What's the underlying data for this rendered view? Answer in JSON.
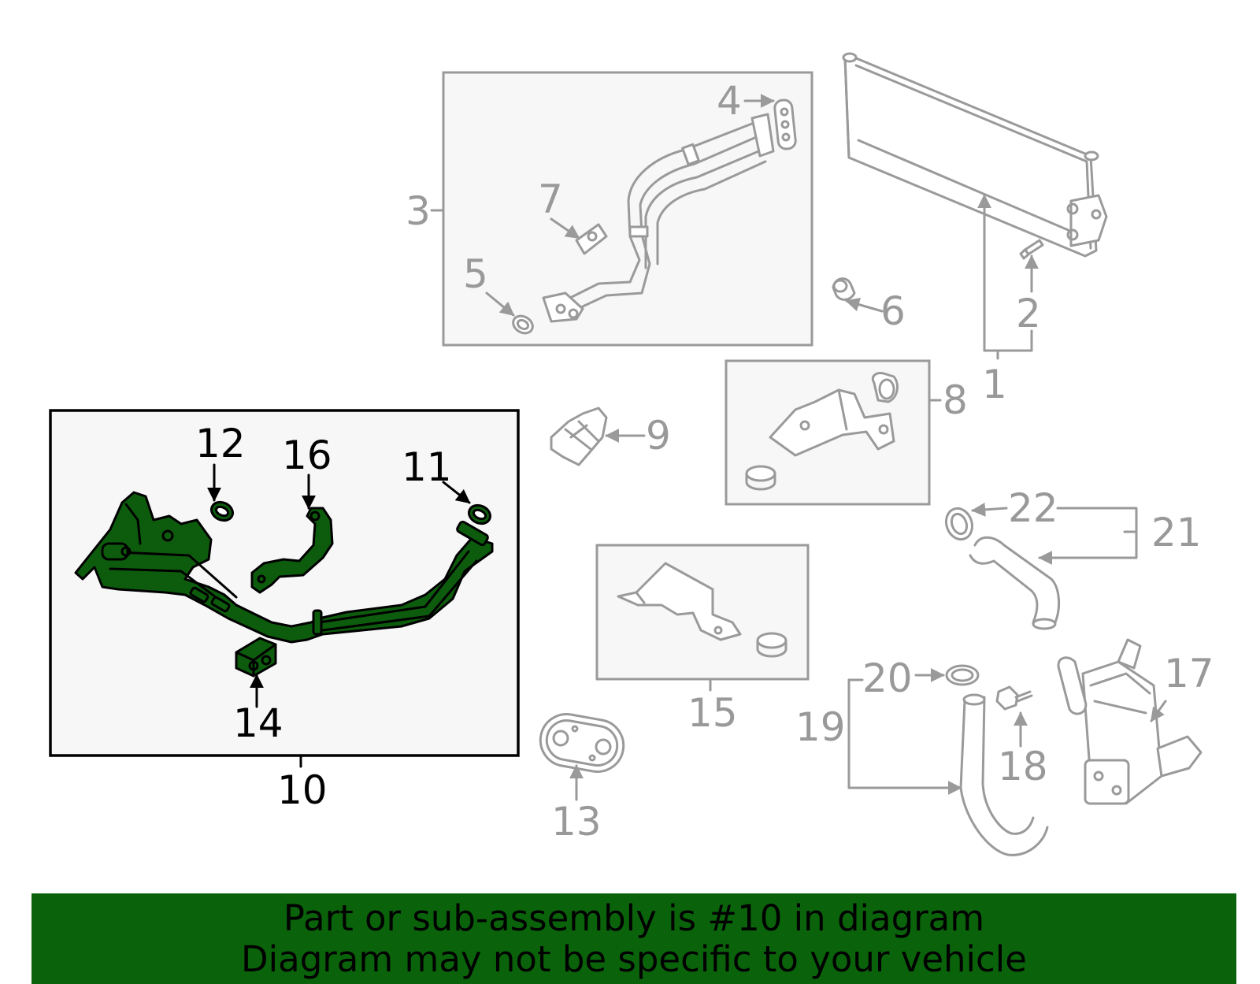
{
  "diagram": {
    "highlight_color": "#0d5c0d",
    "highlighted_part": "10",
    "callouts": {
      "c1": "1",
      "c2": "2",
      "c3": "3",
      "c4": "4",
      "c5": "5",
      "c6": "6",
      "c7": "7",
      "c8": "8",
      "c9": "9",
      "c10": "10",
      "c11": "11",
      "c12": "12",
      "c13": "13",
      "c14": "14",
      "c15": "15",
      "c16": "16",
      "c17": "17",
      "c18": "18",
      "c19": "19",
      "c20": "20",
      "c21": "21",
      "c22": "22"
    }
  },
  "banner": {
    "line1": "Part or sub-assembly is #10 in diagram",
    "line2": "Diagram may not be specific to your vehicle",
    "background": "#0a630a"
  }
}
